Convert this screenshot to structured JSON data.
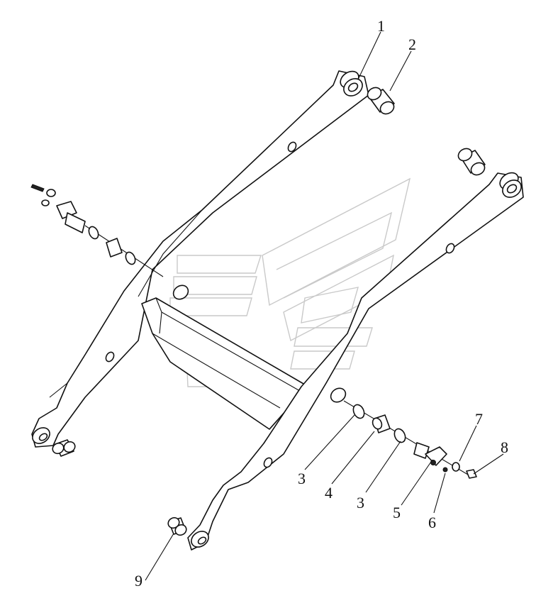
{
  "callouts": [
    {
      "id": "c1",
      "label": "1"
    },
    {
      "id": "c2",
      "label": "2"
    },
    {
      "id": "c3a",
      "label": "3"
    },
    {
      "id": "c4",
      "label": "4"
    },
    {
      "id": "c3b",
      "label": "3"
    },
    {
      "id": "c5",
      "label": "5"
    },
    {
      "id": "c6",
      "label": "6"
    },
    {
      "id": "c7",
      "label": "7"
    },
    {
      "id": "c8",
      "label": "8"
    },
    {
      "id": "c9",
      "label": "9"
    }
  ]
}
